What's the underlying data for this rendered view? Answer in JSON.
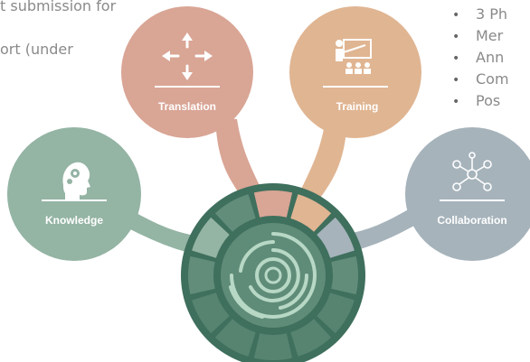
{
  "left_fragments": [
    "t submission for",
    "ort (under"
  ],
  "right_bullets": [
    "3 Ph",
    "Mer",
    "Ann",
    "Com",
    "Pos"
  ],
  "colors": {
    "translation": "#d9a595",
    "training": "#e0b592",
    "knowledge": "#94b4a4",
    "collaboration": "#a6b3bb",
    "hub_dark": "#4e7c6a",
    "hub_ring": "#6a9582"
  },
  "nodes": {
    "translation": {
      "label": "Translation",
      "icon": "arrows-move-icon"
    },
    "training": {
      "label": "Training",
      "icon": "presentation-icon"
    },
    "knowledge": {
      "label": "Knowledge",
      "icon": "head-gears-icon"
    },
    "collaboration": {
      "label": "Collaboration",
      "icon": "network-people-icon"
    }
  },
  "hub": {
    "icon": "concentric-rings-icon"
  }
}
